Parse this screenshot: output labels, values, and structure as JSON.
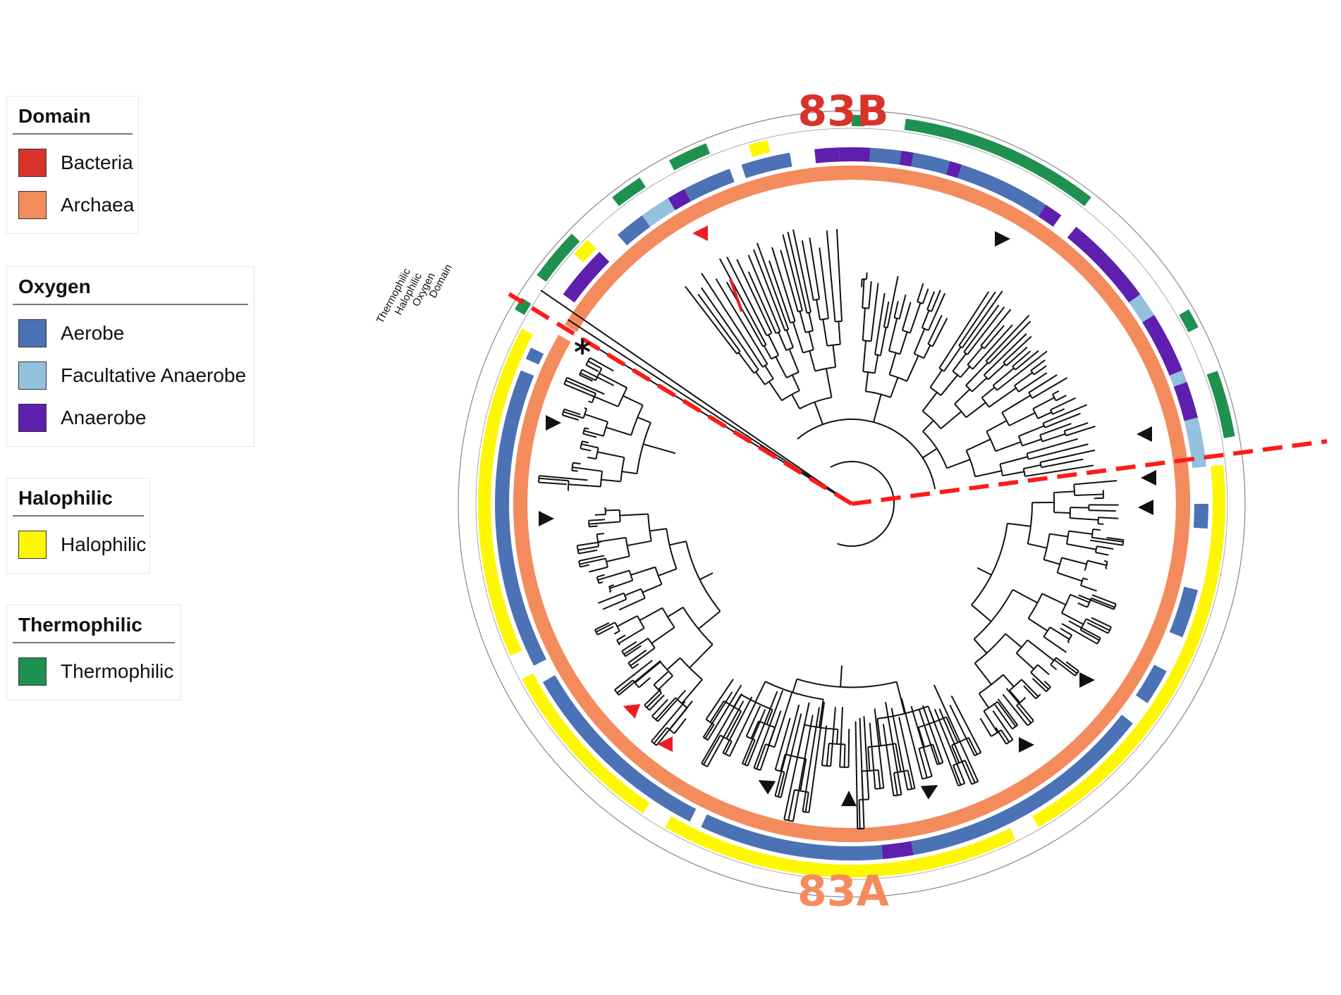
{
  "legends": {
    "domain": {
      "title": "Domain",
      "items": [
        {
          "label": "Bacteria",
          "color": "#d7332b"
        },
        {
          "label": "Archaea",
          "color": "#f48b5c"
        }
      ]
    },
    "oxygen": {
      "title": "Oxygen",
      "items": [
        {
          "label": "Aerobe",
          "color": "#4a72b4"
        },
        {
          "label": "Facultative Anaerobe",
          "color": "#94c1de"
        },
        {
          "label": "Anaerobe",
          "color": "#5e1fae"
        }
      ]
    },
    "halophilic": {
      "title": "Halophilic",
      "items": [
        {
          "label": "Halophilic",
          "color": "#fdf702"
        }
      ]
    },
    "thermophilic": {
      "title": "Thermophilic",
      "items": [
        {
          "label": "Thermophilic",
          "color": "#1e9150"
        }
      ]
    }
  },
  "ring_labels": {
    "thermophilic": "Thermophilic",
    "halophilic": "Halophilic",
    "oxygen": "Oxygen",
    "domain": "Domain"
  },
  "clade_labels": {
    "bacteria_clade": "83B",
    "archaea_clade": "83A"
  },
  "annotations": {
    "long_branch_marker": "*"
  },
  "colors": {
    "bacteria_clade_text": "#d7332b",
    "archaea_clade_text": "#f48b5c",
    "divider": "#ff1a1a",
    "branch": "#111111",
    "marker_black": "#111111",
    "marker_red": "#ee1c24"
  }
}
